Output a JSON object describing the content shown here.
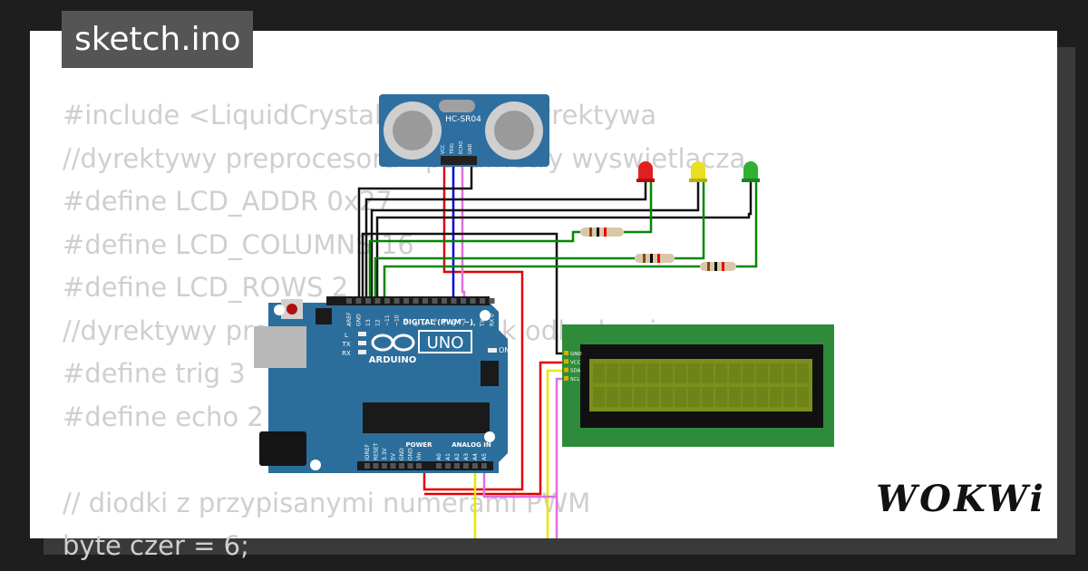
{
  "file_tab": {
    "label": "sketch.ino"
  },
  "brand": {
    "label": "WOKWi"
  },
  "code_lines": [
    "#include <LiquidCrystal_I2C.h> // dyrektywa",
    "//dyrektywy preprocesora - parametry wyswietlacza",
    "#define LCD_ADDR 0x27",
    "#define LCD_COLUMNS 16",
    "#define LCD_ROWS 2",
    "//dyrektywy preprocesora - czujnik odleglosci",
    "#define trig 3",
    "#define echo 2",
    "",
    "// diodki z przypisanymi numerami PWM",
    "byte czer = 6;"
  ],
  "sensor": {
    "label": "HC-SR04",
    "pins": [
      "VCC",
      "TRIG",
      "ECHO",
      "GND"
    ]
  },
  "arduino": {
    "brand": "ARDUINO",
    "model": "UNO",
    "digital_label": "DIGITAL (PWM ~)",
    "power_label": "POWER",
    "analog_label": "ANALOG IN",
    "on_label": "ON",
    "led_labels": [
      "L",
      "TX",
      "RX"
    ],
    "top_pins": [
      "AREF",
      "GND",
      "13",
      "12",
      "~11",
      "~10",
      "~9",
      "8",
      "7",
      "~6",
      "~5",
      "4",
      "~3",
      "2",
      "TX 1",
      "RX 0"
    ],
    "power_pins": [
      "IOREF",
      "RESET",
      "3.3V",
      "5V",
      "GND",
      "GND",
      "Vin"
    ],
    "analog_pins": [
      "A0",
      "A1",
      "A2",
      "A3",
      "A4",
      "A5"
    ]
  },
  "lcd": {
    "pins": [
      "GND",
      "VCC",
      "SDA",
      "SCL"
    ]
  },
  "colors": {
    "background": "#1e1e1e",
    "card": "#ffffff",
    "code_text": "#cfcfcf",
    "board_blue": "#2c6e9b",
    "lcd_green": "#2e8b3a",
    "lcd_screen": "#7a8f1c",
    "wire_red": "#e00000",
    "wire_blue": "#0000dd",
    "wire_pink": "#e070e0",
    "wire_green": "#008800",
    "wire_yellow": "#e8e800",
    "led_red": "#e02020",
    "led_yellow": "#e8e020",
    "led_green": "#30b030"
  }
}
